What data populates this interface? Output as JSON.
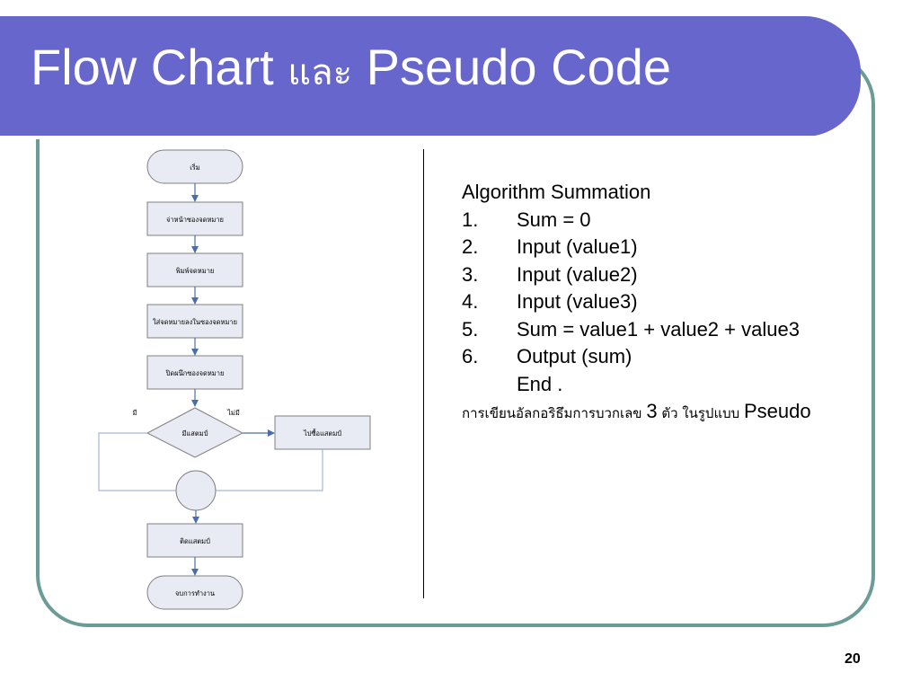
{
  "slide": {
    "title_en_1": "Flow Chart",
    "title_th": "และ",
    "title_en_2": "Pseudo Code",
    "page_number": "20"
  },
  "flowchart": {
    "start": "เริ่ม",
    "step1": "จ่าหน้าซองจดหมาย",
    "step2": "พิมพ์จดหมาย",
    "step3": "ใส่จดหมายลงในซองจดหมาย",
    "step4": "ปิดผนึกซองจดหมาย",
    "decision": "มีแสตมป์",
    "yes_label": "มี",
    "no_label": "ไม่มี",
    "buy": "ไปซื้อแสตมป์",
    "attach": "ติดแสตมป์",
    "end": "จบการทำงาน"
  },
  "algorithm": {
    "heading": "Algorithm Summation",
    "steps": [
      {
        "num": "1.",
        "text": "Sum = 0"
      },
      {
        "num": "2.",
        "text": "Input (value1)"
      },
      {
        "num": "3.",
        "text": "Input (value2)"
      },
      {
        "num": "4.",
        "text": "Input (value3)"
      },
      {
        "num": "5.",
        "text": "Sum = value1 + value2 + value3"
      },
      {
        "num": "6.",
        "text": "Output (sum)"
      }
    ],
    "end": "End .",
    "caption_th_1": "การเขียนอัลกอริธึมการบวกเลข",
    "caption_num": "3",
    "caption_th_2": "ตัว ในรูปแบบ",
    "caption_en": "Pseudo"
  },
  "colors": {
    "title_bar": "#6666cc",
    "frame_border": "#6c9c96",
    "flow_border": "#808080",
    "flow_fill": "#e8eaf4",
    "flow_arrow": "#4a6fa8",
    "flow_line": "#a7b7d6"
  }
}
